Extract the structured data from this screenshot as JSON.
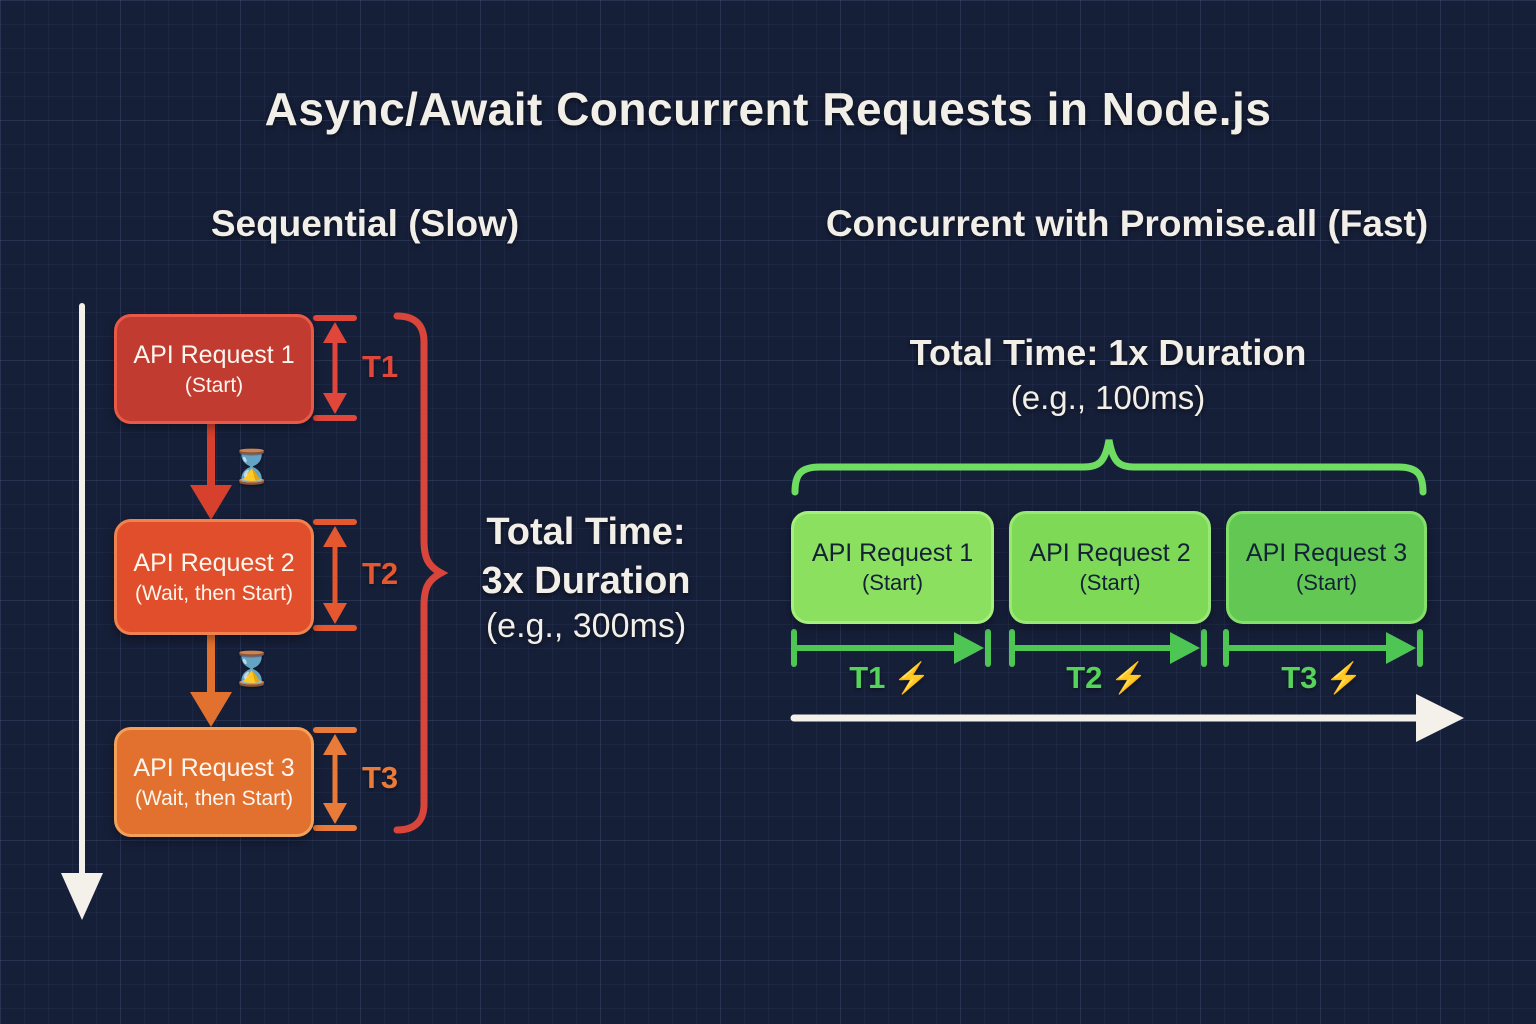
{
  "title": "Async/Await Concurrent Requests in Node.js",
  "sequential": {
    "header": "Sequential (Slow)",
    "boxes": [
      {
        "title": "API Request 1",
        "subtitle": "(Start)"
      },
      {
        "title": "API Request 2",
        "subtitle": "(Wait, then Start)"
      },
      {
        "title": "API Request 3",
        "subtitle": "(Wait, then Start)"
      }
    ],
    "wait_icon": "⌛",
    "durations": [
      "T1",
      "T2",
      "T3"
    ],
    "total": {
      "line1": "Total Time:",
      "line2": "3x Duration",
      "line3": "(e.g., 300ms)"
    }
  },
  "concurrent": {
    "header": "Concurrent with Promise.all (Fast)",
    "total": {
      "line1": "Total Time: 1x Duration",
      "line2": "(e.g., 100ms)"
    },
    "boxes": [
      {
        "title": "API Request 1",
        "subtitle": "(Start)"
      },
      {
        "title": "API Request 2",
        "subtitle": "(Start)"
      },
      {
        "title": "API Request 3",
        "subtitle": "(Start)"
      }
    ],
    "durations": [
      "T1",
      "T2",
      "T3"
    ],
    "bolt_icon": "⚡"
  },
  "colors": {
    "background": "#161f38",
    "text_light": "#f2efe8",
    "seq_box1_fill": "#c23b31",
    "seq_box2_fill": "#e04e2b",
    "seq_box3_fill": "#e2712f",
    "seq_brace": "#d9453a",
    "t1_label": "#e0473a",
    "t2_label": "#e4572f",
    "t3_label": "#e97a38",
    "green_brace": "#6fdd61",
    "green_box1_fill": "#8ce05f",
    "green_box2_fill": "#7ed957",
    "green_box3_fill": "#63c853",
    "green_arrow": "#4ec654",
    "green_label": "#56d35a",
    "bolt": "#f2a93b",
    "white_arrow": "#f4f1ea"
  }
}
